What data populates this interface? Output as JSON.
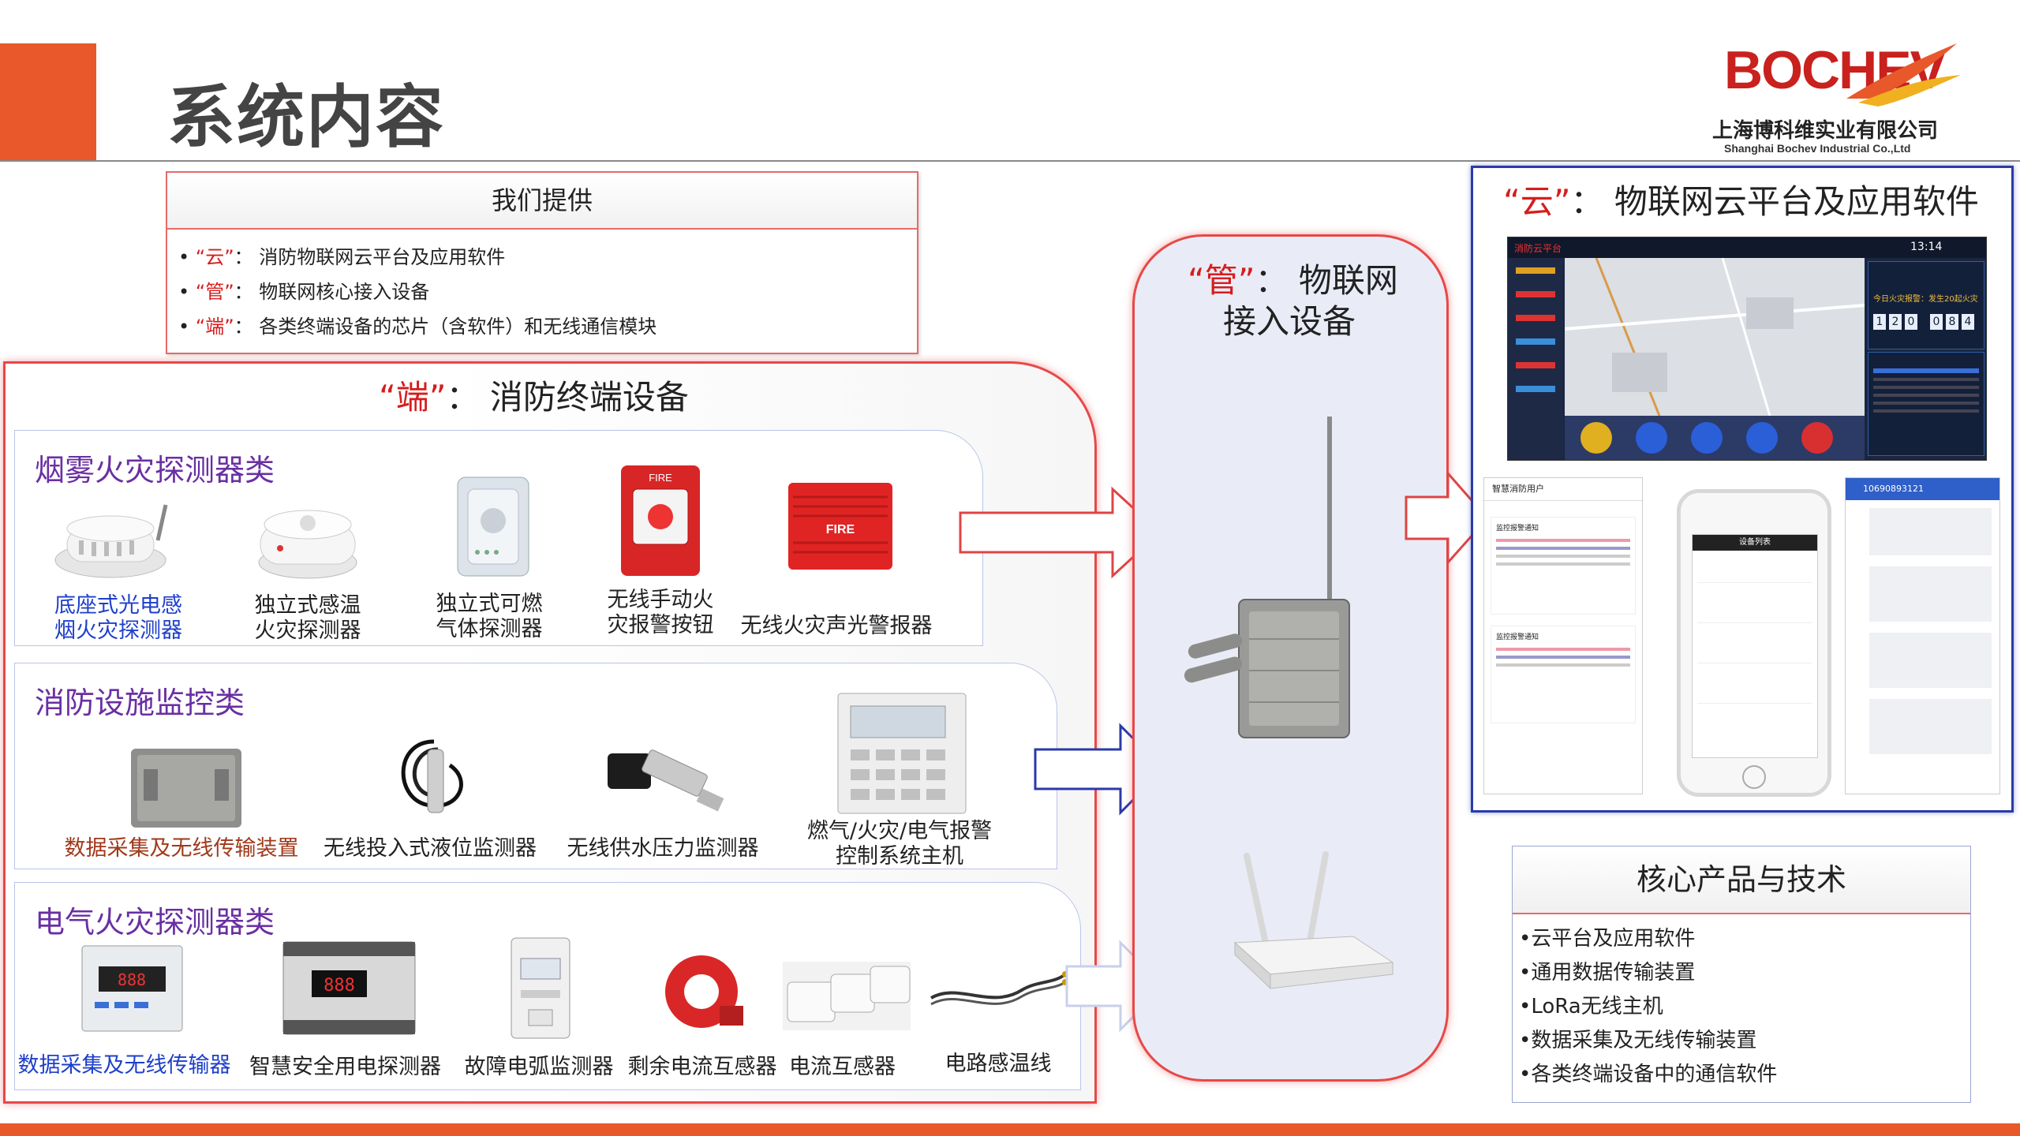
{
  "header": {
    "title": "系统内容",
    "logo": "BOCHEV",
    "company_cn": "上海博科维实业有限公司",
    "company_en": "Shanghai Bochev Industrial Co.,Ltd"
  },
  "offer": {
    "heading": "我们提供",
    "items": [
      {
        "tag": "“云”",
        "text": "：  消防物联网云平台及应用软件"
      },
      {
        "tag": "“管”",
        "text": "：  物联网核心接入设备"
      },
      {
        "tag": "“端”",
        "text": "：  各类终端设备的芯片（含软件）和无线通信模块"
      }
    ]
  },
  "terminal": {
    "tag": "“端”",
    "title": "：  消防终端设备",
    "categories": [
      {
        "title": "烟雾火灾探测器类",
        "devices": [
          {
            "line1": "底座式光电感",
            "line2": "烟火灾探测器"
          },
          {
            "line1": "独立式感温",
            "line2": "火灾探测器"
          },
          {
            "line1": "独立式可燃",
            "line2": "气体探测器"
          },
          {
            "line1": "无线手动火",
            "line2": "灾报警按钮"
          },
          {
            "line1": "无线火灾声光警报器",
            "line2": ""
          }
        ]
      },
      {
        "title": "消防设施监控类",
        "devices": [
          {
            "line1": "数据采集及无线传输装置",
            "line2": ""
          },
          {
            "line1": "无线投入式液位监测器",
            "line2": ""
          },
          {
            "line1": "无线供水压力监测器",
            "line2": ""
          },
          {
            "line1": "燃气/火灾/电气报警",
            "line2": "控制系统主机"
          }
        ]
      },
      {
        "title": "电气火灾探测器类",
        "devices": [
          {
            "line1": "数据采集及无线传输器",
            "line2": ""
          },
          {
            "line1": "智慧安全用电探测器",
            "line2": ""
          },
          {
            "line1": "故障电弧监测器",
            "line2": ""
          },
          {
            "line1": "剩余电流互感器",
            "line2": ""
          },
          {
            "line1": "电流互感器",
            "line2": ""
          },
          {
            "line1": "电路感温线",
            "line2": ""
          }
        ]
      }
    ]
  },
  "pipe": {
    "tag": "“管”",
    "title_line1": "：  物联网",
    "title_line2": "接入设备"
  },
  "cloud": {
    "tag": "“云”",
    "title": "：  物联网云平台及应用软件",
    "dashboard": {
      "brand": "消防云平台",
      "time": "13:14",
      "banner": "今日火灾报警：发生20起火灾",
      "counter": [
        "1",
        "2",
        "0",
        "0",
        "8",
        "4"
      ]
    },
    "phone_left": {
      "header": "智慧消防用户",
      "notice": "监控报警通知"
    },
    "phone_center": {
      "header": "设备列表"
    },
    "phone_right": {
      "number": "10690893121"
    }
  },
  "core": {
    "heading": "核心产品与技术",
    "items": [
      "•云平台及应用软件",
      "•通用数据传输装置",
      "•LoRa无线主机",
      "•数据采集及无线传输装置",
      "•各类终端设备中的通信软件"
    ]
  },
  "colors": {
    "accent": "#e8582a",
    "red": "#d61d1d",
    "purple": "#6a2fa3",
    "blue": "#1e3fcb",
    "frame_blue": "#2a3aa8"
  }
}
